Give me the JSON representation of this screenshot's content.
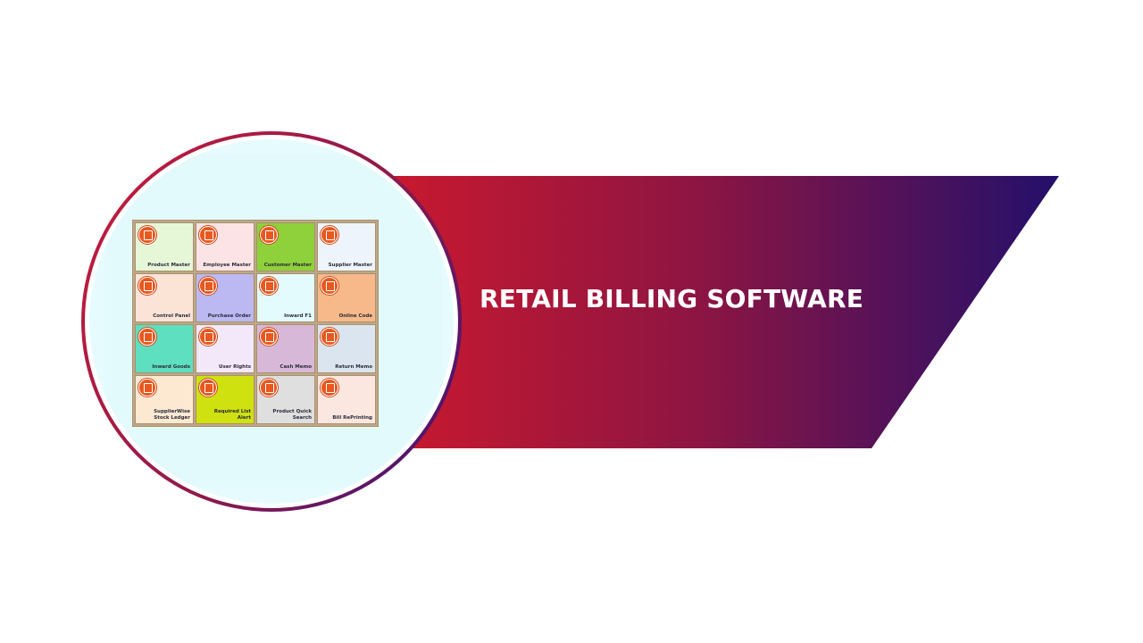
{
  "banner": {
    "title": "RETAIL BILLING SOFTWARE",
    "gradient_start": "#c8192f",
    "gradient_end": "#23106b"
  },
  "preview": {
    "ring_color": "#8e1a4a",
    "background": "#e6fbfd",
    "tiles": [
      {
        "label": "Product Master",
        "color": "#e6f7d8",
        "icon": "table-icon"
      },
      {
        "label": "Employee Master",
        "color": "#fbe3e6",
        "icon": "table-icon"
      },
      {
        "label": "Customer Master",
        "color": "#8fd13a",
        "icon": "table-icon"
      },
      {
        "label": "Supplier Master",
        "color": "#edf4fb",
        "icon": "table-icon"
      },
      {
        "label": "Control Panel",
        "color": "#fbe3d6",
        "icon": "cart-icon"
      },
      {
        "label": "Purchase Order",
        "color": "#bcb8f2",
        "icon": "cart-icon"
      },
      {
        "label": "Inward F1",
        "color": "#e3fbfd",
        "icon": "cart-icon"
      },
      {
        "label": "Online Code",
        "color": "#f7b98a",
        "icon": "cart-icon"
      },
      {
        "label": "Inward Goods",
        "color": "#5ddfc0",
        "icon": "cart-icon"
      },
      {
        "label": "User Rights",
        "color": "#f3e7fa",
        "icon": "cart-icon"
      },
      {
        "label": "Cash Memo",
        "color": "#d8b8d9",
        "icon": "cart-icon"
      },
      {
        "label": "Return Memo",
        "color": "#dbe5ef",
        "icon": "cart-icon"
      },
      {
        "label": "SupplierWise Stock Ledger",
        "color": "#fde9d2",
        "icon": "chart-icon"
      },
      {
        "label": "Required List Alert",
        "color": "#cfe10f",
        "icon": "chart-icon"
      },
      {
        "label": "Product Quick Search",
        "color": "#dfdfdf",
        "icon": "chart-icon"
      },
      {
        "label": "Bill RePrinting",
        "color": "#fbe6e0",
        "icon": "chart-icon"
      }
    ]
  }
}
